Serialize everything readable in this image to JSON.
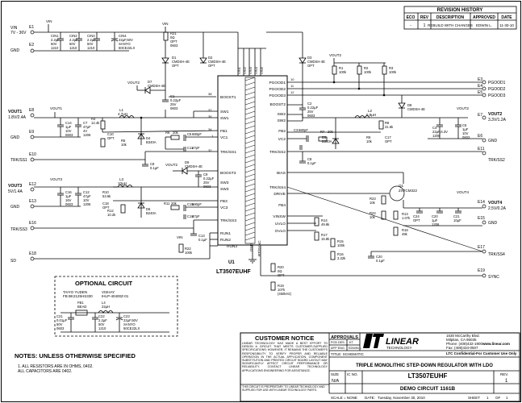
{
  "revision": {
    "title": "REVISION HISTORY",
    "headers": [
      "ECO",
      "REV",
      "DESCRIPTION",
      "APPROVED",
      "DATE"
    ],
    "row": [
      "-",
      "1",
      "REBUILD WITH CHANGES",
      "EDWIN L.",
      "11-30-10"
    ]
  },
  "ic": {
    "ref": "U1",
    "part": "LT3507EUHF",
    "left_pins": [
      {
        "num": "38",
        "name": "BOOST1"
      },
      {
        "num": "37",
        "name": "SW1"
      },
      {
        "num": "36",
        "name": "SW1"
      },
      {
        "num": "34",
        "name": "FB1"
      },
      {
        "num": "1",
        "name": "VC1"
      },
      {
        "num": "32",
        "name": "TRK/SS1"
      },
      {
        "num": "",
        "name": "BOOST3"
      },
      {
        "num": "",
        "name": "SW3"
      },
      {
        "num": "",
        "name": "SW3"
      },
      {
        "num": "",
        "name": "FB3"
      },
      {
        "num": "",
        "name": "VC3"
      },
      {
        "num": "",
        "name": "TRK/SS3"
      },
      {
        "num": "",
        "name": "RUN1"
      },
      {
        "num": "",
        "name": "RUN2"
      },
      {
        "num": "",
        "name": "RUN3"
      }
    ],
    "right_pins": [
      {
        "num": "10",
        "name": "PGOOD1"
      },
      {
        "num": "11",
        "name": "PGOOD2"
      },
      {
        "num": "12",
        "name": "PGOOD3"
      },
      {
        "num": "",
        "name": "BOOST2"
      },
      {
        "num": "",
        "name": "SW2"
      },
      {
        "num": "",
        "name": "SW2"
      },
      {
        "num": "",
        "name": "FB2"
      },
      {
        "num": "",
        "name": "VC2"
      },
      {
        "num": "",
        "name": "TRK/SS2"
      },
      {
        "num": "",
        "name": "BIAS"
      },
      {
        "num": "",
        "name": "TRK/SS4"
      },
      {
        "num": "",
        "name": "DRIVE"
      },
      {
        "num": "",
        "name": "FB4"
      },
      {
        "num": "",
        "name": "VINSW"
      },
      {
        "num": "",
        "name": "UVLO"
      },
      {
        "num": "",
        "name": "OVLO"
      }
    ],
    "bottom_pins": [
      "GND",
      "RT/SYNC"
    ]
  },
  "terminals": {
    "vin": {
      "ref": "E1",
      "label": "VIN",
      "sub": "7V - 36V"
    },
    "gnd_top": {
      "ref": "E2",
      "label": "GND"
    },
    "vout1": {
      "ref": "E8",
      "label": "VOUT1",
      "sub": "1.8V/2.4A"
    },
    "gnd1": {
      "ref": "E9",
      "label": "GND"
    },
    "trk1": {
      "ref": "E10",
      "label": "TRK/SS1"
    },
    "vout3": {
      "ref": "E12",
      "label": "VOUT3",
      "sub": "5V/1.4A"
    },
    "gnd3": {
      "ref": "E13",
      "label": "GND"
    },
    "trk3": {
      "ref": "E16",
      "label": "TRK/SS3"
    },
    "sd": {
      "ref": "E18",
      "label": "SD"
    },
    "pgood1": {
      "ref": "E3",
      "label": "PGOOD1"
    },
    "pgood2": {
      "ref": "E4",
      "label": "PGOOD2"
    },
    "pgood3": {
      "ref": "E5",
      "label": "PGOOD3"
    },
    "vout2": {
      "ref": "E7",
      "label": "VOUT2",
      "sub": "3.3V/1.2A"
    },
    "gnd2": {
      "ref": "E6",
      "label": "GND"
    },
    "trk2": {
      "ref": "E11",
      "label": "TRK/SS2"
    },
    "vout4": {
      "ref": "E14",
      "label": "VOUT4",
      "sub": "2.5V/0.2A"
    },
    "gnd4": {
      "ref": "E15",
      "label": "GND"
    },
    "trk4": {
      "ref": "E17",
      "label": "TRK/SS4"
    },
    "sync": {
      "ref": "E19",
      "label": "SYNC"
    }
  },
  "components": {
    "cin1": [
      "CIN1",
      "2.2µF",
      "50V",
      "1210"
    ],
    "cin2": [
      "CIN2",
      "2.2µF",
      "50V",
      "1210"
    ],
    "cin3": [
      "CIN3",
      "2.2µF",
      "50V",
      "1210"
    ],
    "cin4": [
      "CIN4",
      "22µF,50V",
      "SANYO",
      "50CE22LX"
    ],
    "r21": [
      "R21",
      "0Ω",
      "OPT",
      "0603"
    ],
    "d1": [
      "D1",
      "CMDSH-4E",
      "OPT"
    ],
    "d2": [
      "D2",
      "CMDSH-4E",
      "OPT"
    ],
    "d3": [
      "D3",
      "CMDSH-4E",
      "OPT"
    ],
    "d7": [
      "D7",
      "CMDSH-4E"
    ],
    "vout2_tag": "VOUT2",
    "c1": [
      "C1",
      "0.22µF",
      "25V",
      "0603"
    ],
    "l1": [
      "L1",
      "4.7µH"
    ],
    "r4": [
      "R4",
      "12.4k"
    ],
    "c14": [
      "C14",
      "1µF",
      "10V",
      "0603"
    ],
    "c7": [
      "C7",
      "47µF",
      "4V",
      "1206"
    ],
    "c10": [
      "C10",
      "OPT"
    ],
    "r6": [
      "R6",
      "20k"
    ],
    "c5": [
      "C5",
      "680pF"
    ],
    "r5": [
      "R5",
      "10k"
    ],
    "d4": [
      "D4",
      "B340A"
    ],
    "c11": [
      "C11",
      "47pF"
    ],
    "c8": [
      "C8",
      "0.1µF"
    ],
    "d9": [
      "D9",
      "CMDSH-4E"
    ],
    "c9": [
      "C9",
      "0.22µF",
      "25V",
      "0603"
    ],
    "l3": [
      "L3",
      "10µH"
    ],
    "r10": [
      "R10",
      "53.6k"
    ],
    "c16": [
      "C16",
      "1µF",
      "16V",
      "0603"
    ],
    "c12": [
      "C12",
      "47µF",
      "10V",
      "1206"
    ],
    "c18": [
      "C18",
      "OPT"
    ],
    "r12": [
      "R12",
      "10.2k"
    ],
    "d6": [
      "D6",
      "B240A"
    ],
    "r11": [
      "R11",
      "20k"
    ],
    "c15": [
      "C15",
      "680pF"
    ],
    "c19": [
      "C19",
      "47pF"
    ],
    "c13": [
      "C13",
      "0.1µF"
    ],
    "r22": [
      "R22",
      "100k"
    ],
    "r1": [
      "R1",
      "100k"
    ],
    "r2": [
      "R2",
      "100k"
    ],
    "r3": [
      "R3",
      "100k"
    ],
    "c2": [
      "C2",
      "0.22µF",
      "25V",
      "0603"
    ],
    "d8": [
      "D8",
      "CMDSH-4E"
    ],
    "l2": [
      "L2",
      "6.8µH"
    ],
    "r8": [
      "R8",
      "31.6k"
    ],
    "c4": [
      "C4",
      "22µF,6.3V",
      "1206"
    ],
    "c6": [
      "C6",
      "1µF",
      "10V",
      "0603"
    ],
    "c3": [
      "C3",
      "680pF"
    ],
    "r7": [
      "R7",
      "20k"
    ],
    "r9": [
      "R9",
      "10k"
    ],
    "d5": [
      "D5",
      "B340A"
    ],
    "c17": [
      "C17",
      "OPT"
    ],
    "c8b": [
      "C8",
      "0.1µF"
    ],
    "q1": [
      "Q1",
      "ZXTCM322"
    ],
    "r23": [
      "R23",
      "10k"
    ],
    "r24": [
      "R24",
      "10k"
    ],
    "c20": [
      "C20",
      "1µF",
      "1206"
    ],
    "c21": [
      "C21",
      "10µF"
    ],
    "r13": [
      "R13",
      "1.07k"
    ],
    "r14": [
      "R14",
      "49.9k"
    ],
    "r17": [
      "R17",
      "15.8k"
    ],
    "r15": [
      "R15",
      "100k"
    ],
    "r16": [
      "R16",
      "3.32k"
    ],
    "c20b": [
      "C20",
      "0.1µF"
    ],
    "r20": [
      "R20",
      "0Ω",
      "OPT"
    ],
    "r19": [
      "R19",
      "107k",
      "(450kHz)"
    ],
    "c24": [
      "C24",
      "OPT"
    ],
    "r18": [
      "R18",
      "49k"
    ]
  },
  "optional": {
    "title": "OPTIONAL CIRCUIT",
    "maker1": "TAIYO YUDEN",
    "maker1_part": "FB BK2125HS330",
    "maker2": "VISHAY",
    "maker2_part": "IHLP-40400Z-01",
    "fb1": [
      "FB1",
      "BEAD"
    ],
    "l4": [
      "L4",
      "22µH"
    ],
    "c21": [
      "C21",
      "0.01µF",
      "50V",
      "0603"
    ],
    "c22": [
      "C22",
      "2.2µF",
      "50V",
      "1210"
    ],
    "c23": [
      "C23",
      "22µF,50V",
      "SANYO",
      "50CE22LX"
    ]
  },
  "notes": {
    "title": "NOTES:  UNLESS OTHERWISE SPECIFIED",
    "lines": [
      "1.  ALL RESISTORS ARE IN OHMS, 0402.",
      "     ALL CAPACITORS ARE 0402."
    ]
  },
  "notice": {
    "title": "CUSTOMER NOTICE",
    "body": "LINEAR TECHNOLOGY HAS MADE A BEST EFFORT TO DESIGN A CIRCUIT THAT MEETS CUSTOMER-SUPPLIED SPECIFICATIONS; HOWEVER, IT REMAINS THE CUSTOMER'S RESPONSIBILITY TO VERIFY PROPER AND RELIABLE OPERATION IN THE ACTUAL APPLICATION. COMPONENT SUBSTITUTION AND PRINTED CIRCUIT BOARD LAYOUT MAY SIGNIFICANTLY AFFECT CIRCUIT PERFORMANCE OR RELIABILITY. CONTACT LINEAR TECHNOLOGY APPLICATIONS ENGINEERING FOR ASSISTANCE.",
    "footer": "THIS CIRCUIT IS PROPRIETARY TO LINEAR TECHNOLOGY AND SUPPLIED FOR USE WITH LINEAR TECHNOLOGY PARTS."
  },
  "approvals": {
    "title": "APPROVALS",
    "pcb_des": "PCB DES.",
    "pcb_des_val": "KT",
    "app_eng": "APP ENG.",
    "app_eng_val": "EDWIN L."
  },
  "company": {
    "name": "LINEAR",
    "sub": "TECHNOLOGY",
    "address": [
      "1630 McCarthy Blvd.",
      "Milpitas, CA 95035",
      "Phone: (408)432-1900",
      "Fax: (408)434-0507"
    ],
    "web": "www.linear.com",
    "conf": "LTC Confidential-For Customer Use Only"
  },
  "title_block": {
    "title_label": "TITLE: SCHEMATIC",
    "title": "TRIPLE MONOLITHIC STEP-DOWN REGULATOR WITH LDO",
    "size_label": "SIZE",
    "size": "N/A",
    "icno_label": "IC NO.",
    "icno": "LT3507EUHF",
    "board": "DEMO CIRCUIT 1161B",
    "rev_label": "REV.",
    "rev": "1",
    "scale": "SCALE = NONE",
    "date_label": "DATE:",
    "date": "Tuesday, November 30, 2010",
    "sheet_label": "SHEET",
    "sheet": "1",
    "of_label": "OF",
    "of": "1"
  }
}
